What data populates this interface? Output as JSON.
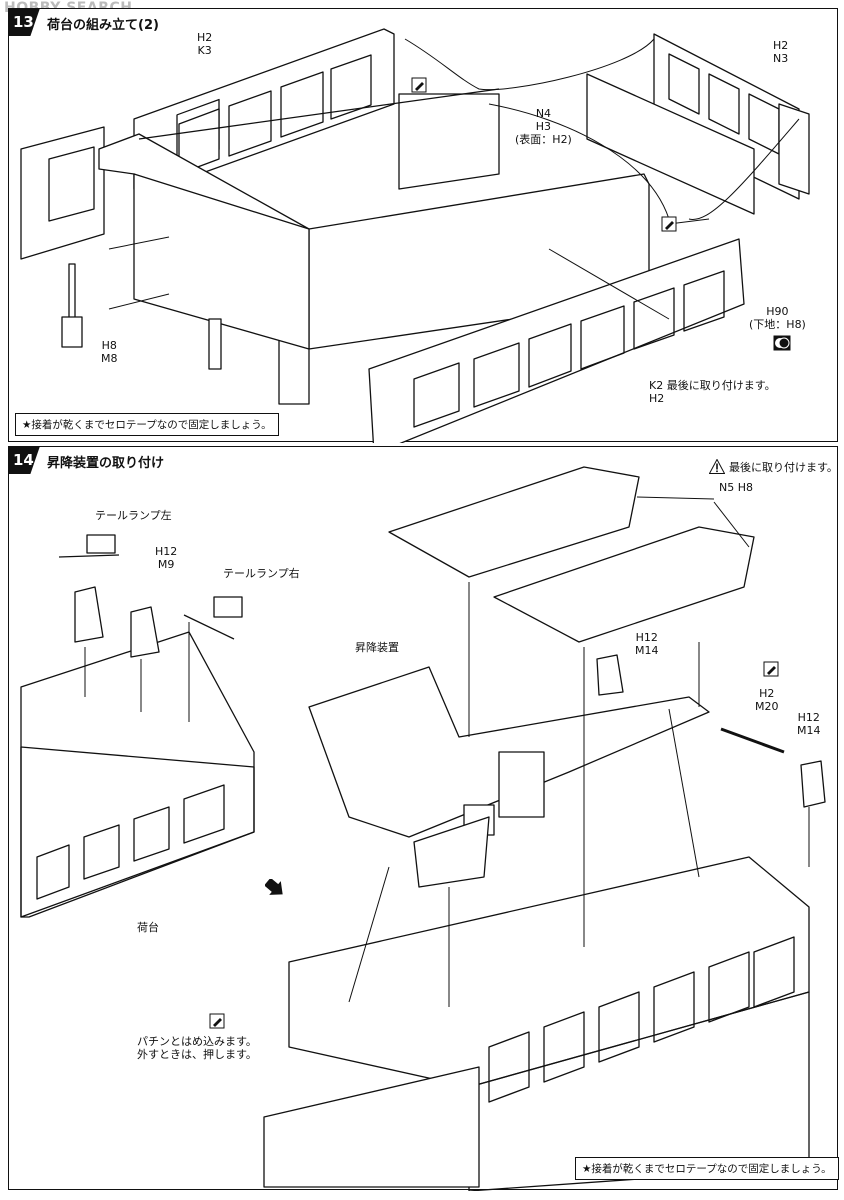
{
  "watermark": "HOBBY SEARCH",
  "step13": {
    "number": "13",
    "title": "荷台の組み立て(2)",
    "labels": {
      "h2_k3_a": "H2",
      "h2_k3_b": "K3",
      "h2_n3_a": "H2",
      "h2_n3_b": "N3",
      "n4": "N4",
      "h3": "H3",
      "surface": "(表面：H2)",
      "h90": "H90",
      "base": "(下地：H8)",
      "h8": "H8",
      "m8": "M8",
      "k2": "K2",
      "k2_note": "最後に取り付けます。",
      "k2_h2": "H2"
    },
    "note": "★接着が乾くまでセロテープなので固定しましょう。"
  },
  "step14": {
    "number": "14",
    "title": "昇降装置の取り付け",
    "labels": {
      "tail_left": "テールランプ左",
      "tail_right": "テールランプ右",
      "h12_m9_a": "H12",
      "h12_m9_b": "M9",
      "lift_unit": "昇降装置",
      "warning": "最後に取り付けます。",
      "n5": "N5 H8",
      "h12_m14_a": "H12",
      "h12_m14_b": "M14",
      "h2_m20_a": "H2",
      "h2_m20_b": "M20",
      "h12_m14r_a": "H12",
      "h12_m14r_b": "M14",
      "bed": "荷台",
      "snap_1": "パチンとはめ込みます。",
      "snap_2": "外すときは、押します。"
    },
    "note": "★接着が乾くまでセロテープなので固定しましょう。"
  },
  "icons": [
    "glue-icon",
    "warning-icon",
    "black-white-paint-icon",
    "arrow-icon"
  ]
}
